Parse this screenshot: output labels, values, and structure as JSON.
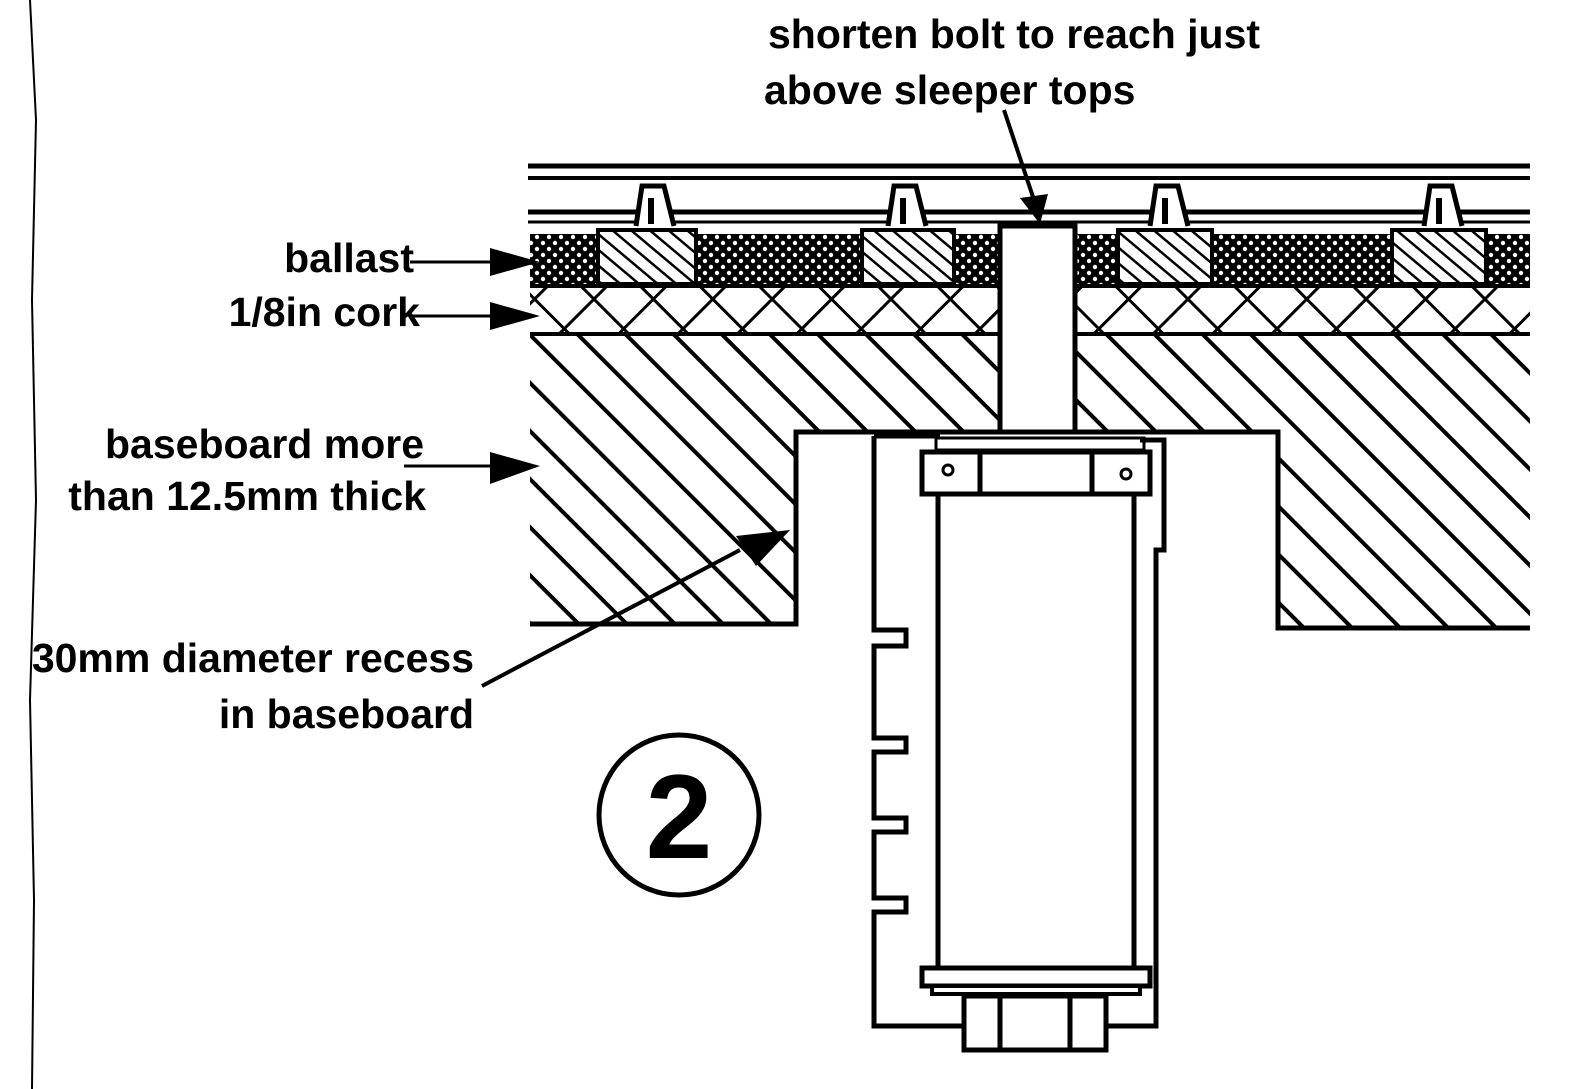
{
  "figure": {
    "number": "2",
    "ink_color": "#000000",
    "paper_color": "#ffffff"
  },
  "labels": {
    "bolt_note_line1": "shorten bolt to reach just",
    "bolt_note_line2": "above sleeper tops",
    "ballast": "ballast",
    "cork": "1/8in cork",
    "baseboard_line1": "baseboard more",
    "baseboard_line2": "than 12.5mm thick",
    "recess_line1": "30mm diameter recess",
    "recess_line2": "in baseboard"
  }
}
